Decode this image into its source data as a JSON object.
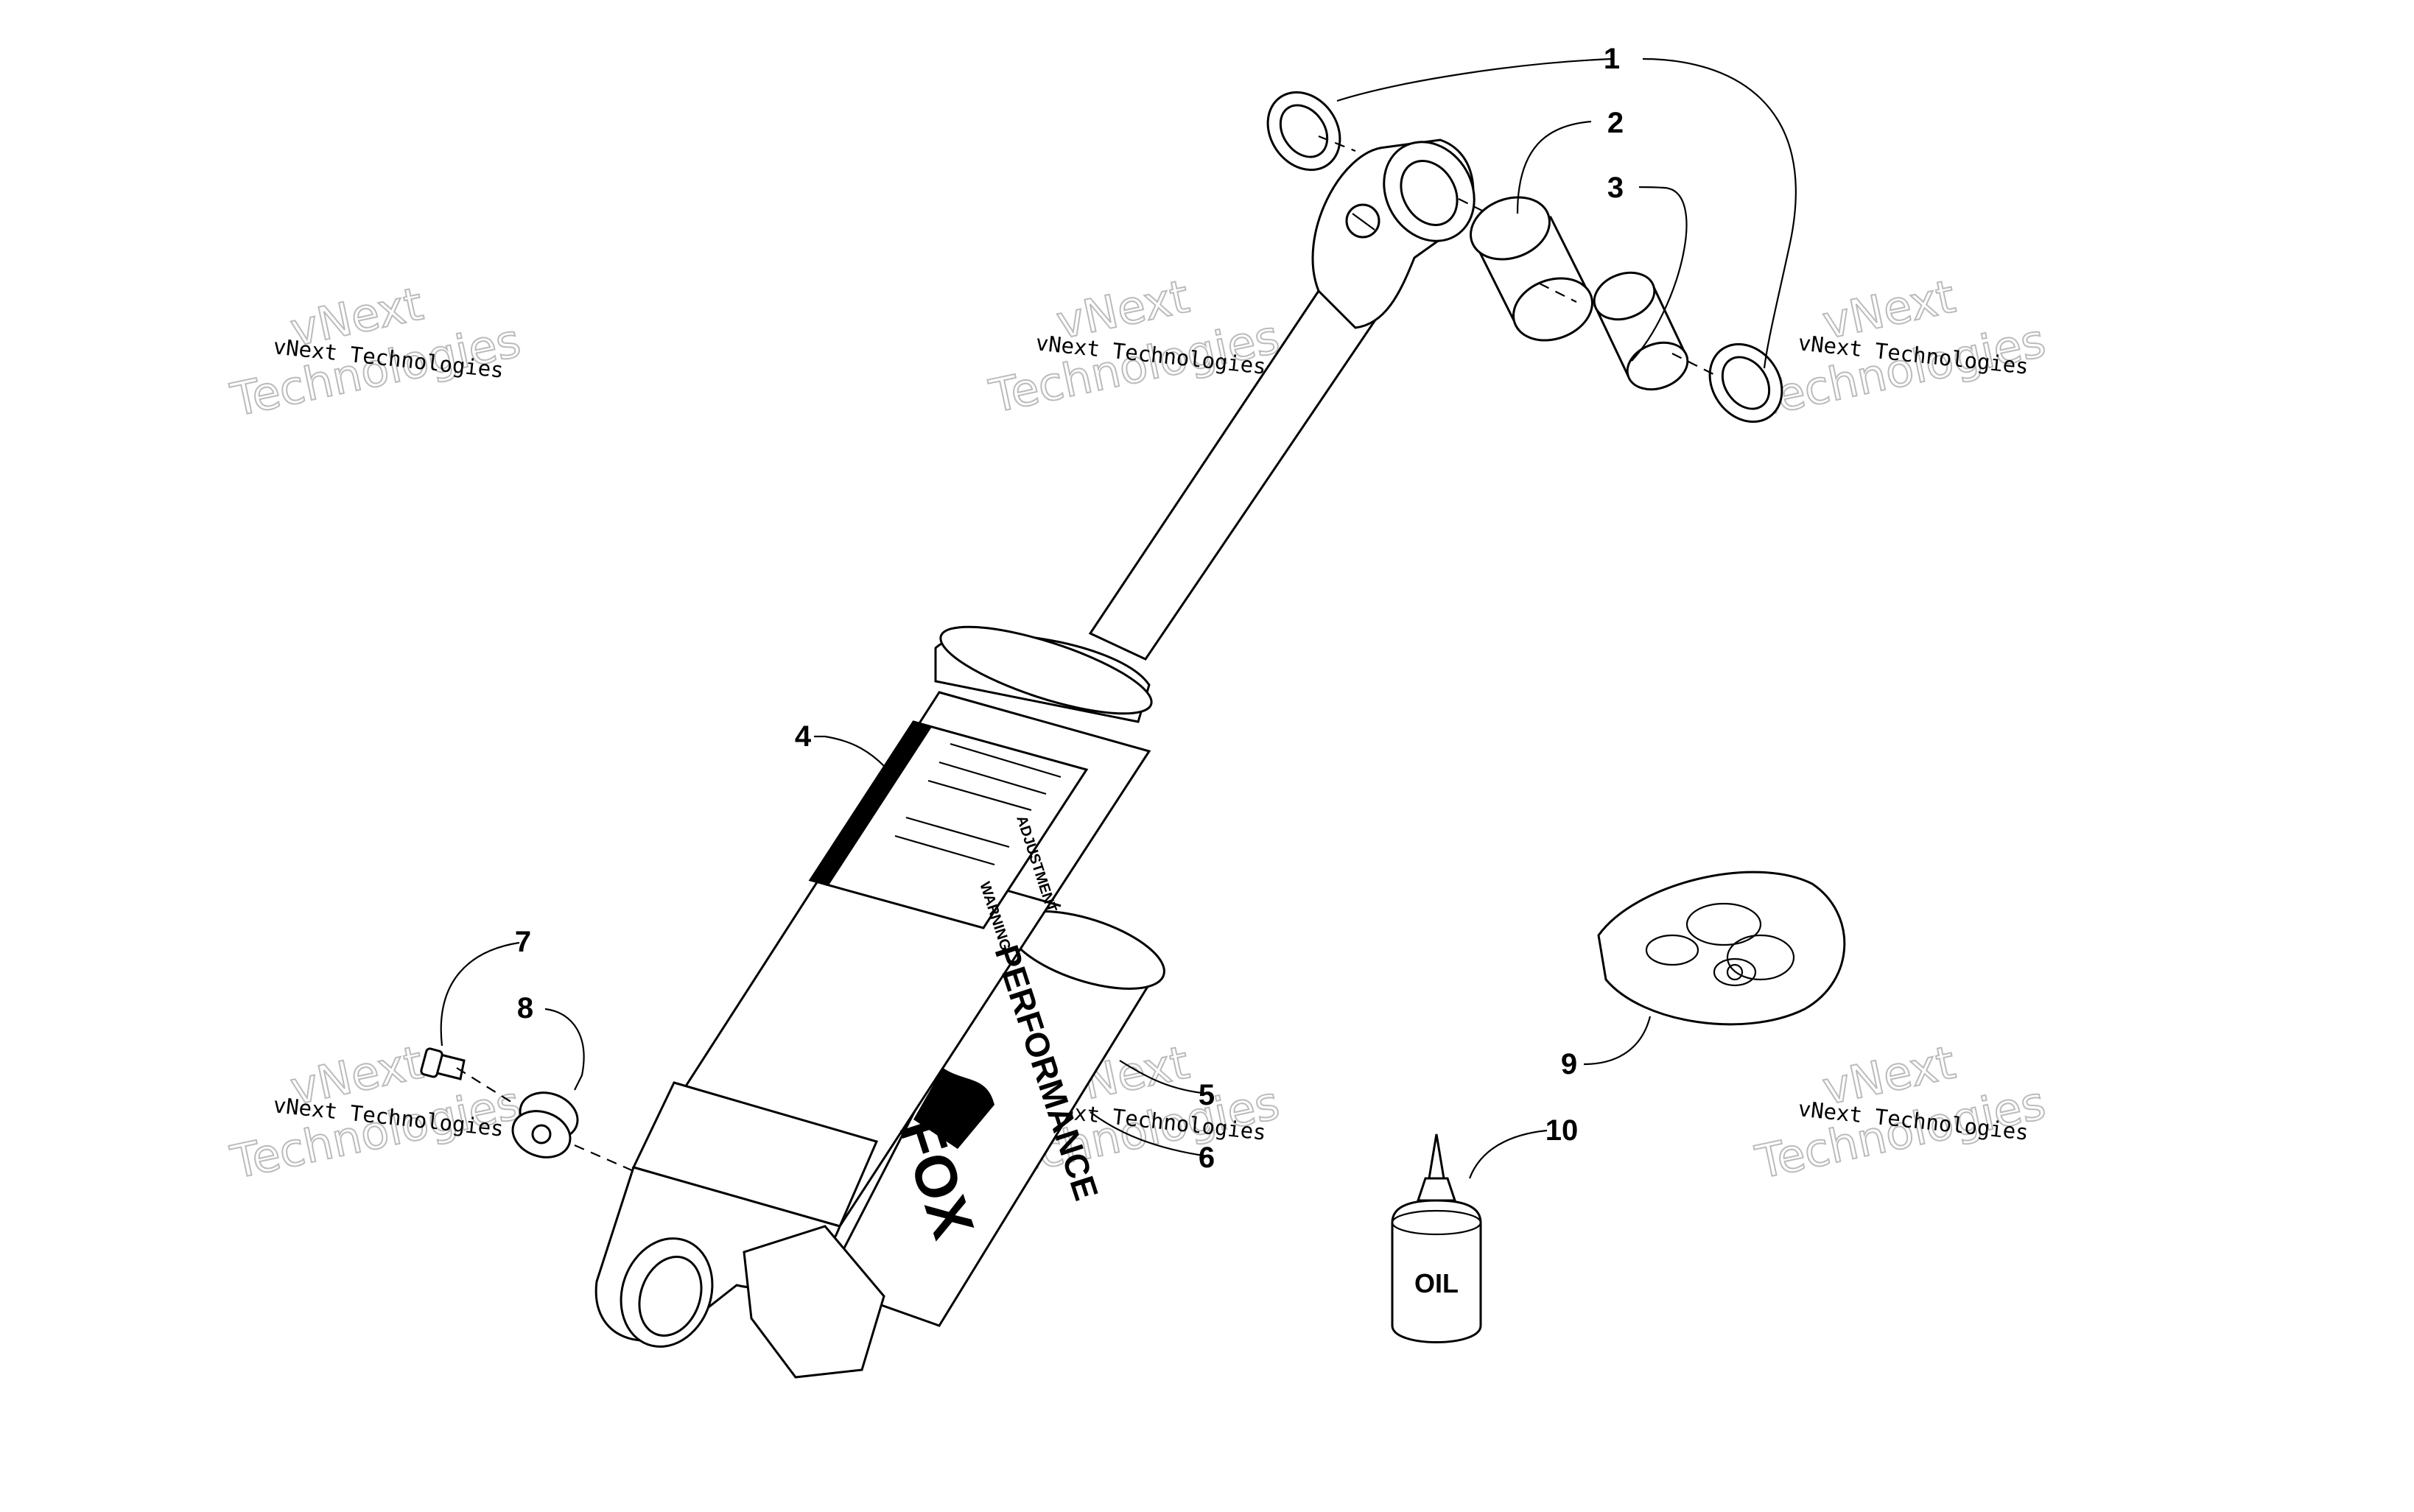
{
  "callouts": [
    {
      "num": "1"
    },
    {
      "num": "2"
    },
    {
      "num": "3"
    },
    {
      "num": "4"
    },
    {
      "num": "5"
    },
    {
      "num": "6"
    },
    {
      "num": "7"
    },
    {
      "num": "8"
    },
    {
      "num": "9"
    },
    {
      "num": "10"
    }
  ],
  "watermark": {
    "line_small": "vNext Technologies",
    "line_big_1": "vNext",
    "line_big_2": "Technologies"
  },
  "bottle": {
    "label": "OIL"
  },
  "shock": {
    "brand_text": "PERFORMANCE",
    "logo_text": "FOX",
    "label_warning": "WARNING",
    "label_adjustment": "ADJUSTMENT"
  }
}
